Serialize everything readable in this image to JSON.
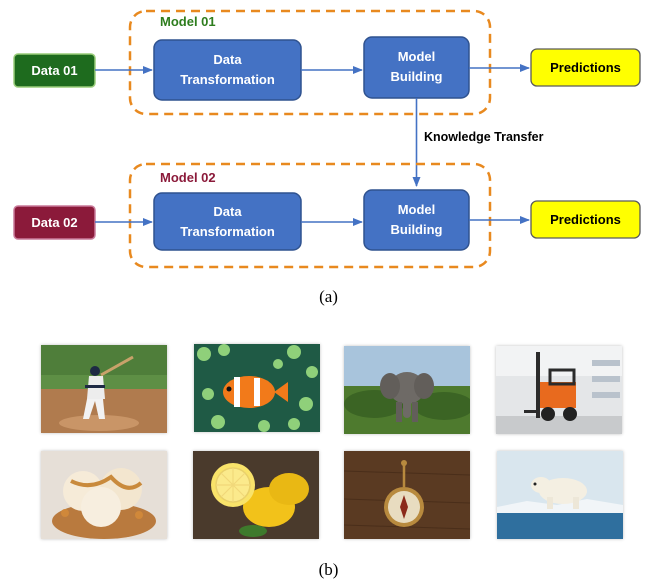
{
  "diagram": {
    "model1": {
      "title": "Model 01",
      "input": "Data 01",
      "transform_line1": "Data",
      "transform_line2": "Transformation",
      "build_line1": "Model",
      "build_line2": "Building",
      "output": "Predictions"
    },
    "model2": {
      "title": "Model 02",
      "input": "Data 02",
      "transform_line1": "Data",
      "transform_line2": "Transformation",
      "build_line1": "Model",
      "build_line2": "Building",
      "output": "Predictions"
    },
    "transfer_label": "Knowledge Transfer",
    "colors": {
      "process_box": "#4472C4",
      "data01": "#1E6B1E",
      "data02": "#8B1A3A",
      "predictions": "#FFFF00",
      "dashed_border": "#E8891F",
      "model01_title": "#2E7D1E",
      "model02_title": "#8B1A3A",
      "arrow": "#4472C4"
    }
  },
  "captions": {
    "a": "(a)",
    "b": "(b)"
  },
  "images": [
    {
      "subject": "baseball-batter"
    },
    {
      "subject": "clownfish"
    },
    {
      "subject": "elephant"
    },
    {
      "subject": "forklift"
    },
    {
      "subject": "ice-cream"
    },
    {
      "subject": "lemons"
    },
    {
      "subject": "compass"
    },
    {
      "subject": "polar-bear"
    }
  ]
}
